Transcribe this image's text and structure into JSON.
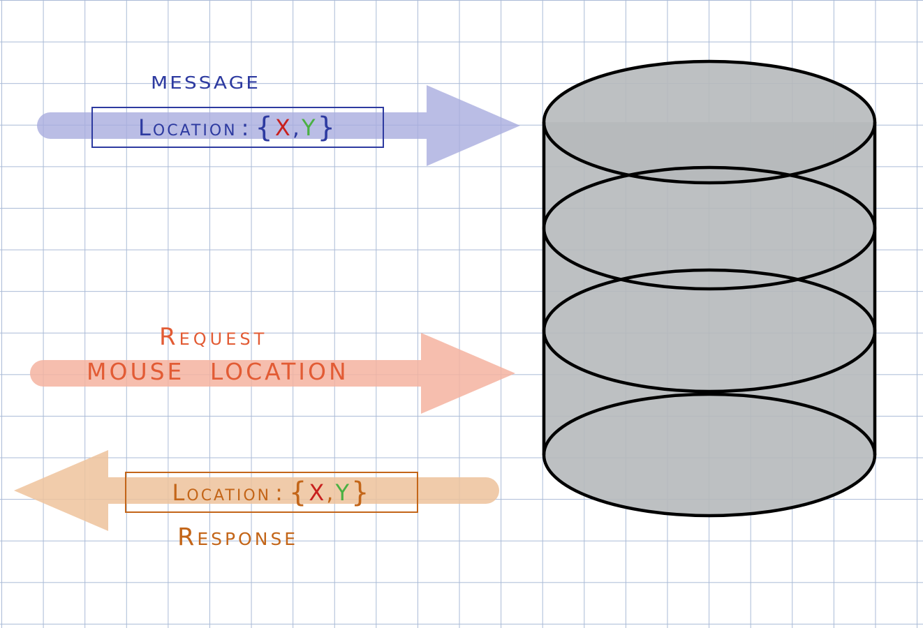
{
  "message": {
    "heading": "MESSAGE",
    "location_label": "Location",
    "separator": ":",
    "open_brace": "{",
    "x": "X",
    "comma": ",",
    "y": "Y",
    "close_brace": "}"
  },
  "request": {
    "heading": "Request",
    "text": "MOUSE LOCATION"
  },
  "response": {
    "heading": "Response",
    "location_label": "Location",
    "separator": ":",
    "open_brace": "{",
    "x": "X",
    "comma": ",",
    "y": "Y",
    "close_brace": "}"
  },
  "colors": {
    "message": "#2d3aa0",
    "message_arrow": "#a9addf",
    "request": "#e25b34",
    "request_arrow": "#f5b3a0",
    "response": "#c36518",
    "response_arrow": "#eec39c",
    "x_value": "#c8201e",
    "y_value": "#4ab043",
    "database_fill": "#b6b9bb",
    "grid": "#a9bad6"
  },
  "icons": {
    "database": "database-cylinder-icon"
  }
}
